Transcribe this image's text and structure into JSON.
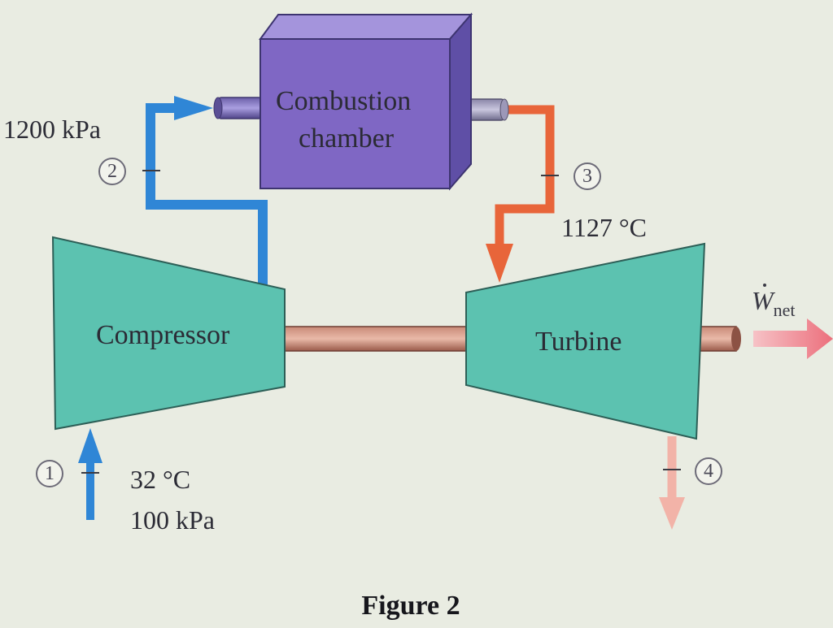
{
  "diagram": {
    "components": {
      "combustion_chamber": [
        "Combustion",
        "chamber"
      ],
      "compressor": "Compressor",
      "turbine": "Turbine"
    },
    "states": [
      {
        "id": "1",
        "labels": [
          "32 °C",
          "100 kPa"
        ]
      },
      {
        "id": "2",
        "labels": [
          "1200 kPa"
        ]
      },
      {
        "id": "3",
        "labels": [
          "1127 °C"
        ]
      },
      {
        "id": "4",
        "labels": []
      }
    ],
    "output": {
      "symbol": "W",
      "subscript": "net"
    },
    "caption": "Figure 2"
  },
  "colors": {
    "background": "#e9ece2",
    "compressor_stream": "#2f86d6",
    "hot_stream": "#e8653a",
    "exhaust_stream": "#f2b3a8",
    "combustion_chamber": "#7f67c4",
    "machines": "#5cc2b0",
    "shaft": "#b97664",
    "work_arrow": "#ec7a86"
  },
  "icons": [
    "arrow-right-icon",
    "arrow-down-icon",
    "arrow-up-icon"
  ]
}
